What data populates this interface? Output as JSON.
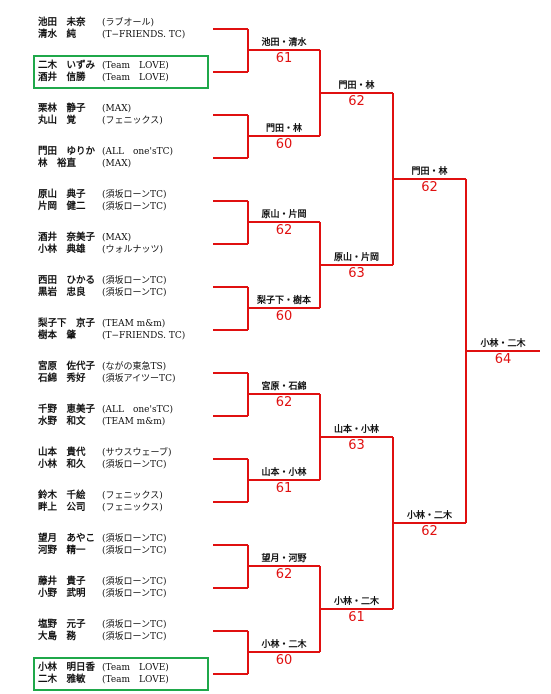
{
  "colors": {
    "line": "#e01010",
    "score": "#e01010",
    "highlight": "#1fa84a"
  },
  "pairs": [
    {
      "p1": {
        "name": "池田　未奈",
        "club": "(ラブオール)"
      },
      "p2": {
        "name": "清水　純",
        "club": "(T−FRIENDS. TC)"
      }
    },
    {
      "p1": {
        "name": "二木　いずみ",
        "club": "(Team　LOVE)"
      },
      "p2": {
        "name": "酒井　信勝",
        "club": "(Team　LOVE)"
      }
    },
    {
      "p1": {
        "name": "栗林　静子",
        "club": "(MAX)"
      },
      "p2": {
        "name": "丸山　覚",
        "club": "(フェニックス)"
      }
    },
    {
      "p1": {
        "name": "門田　ゆりか",
        "club": "(ALL　one'sTC)"
      },
      "p2": {
        "name": "林　裕直",
        "club": "(MAX)"
      }
    },
    {
      "p1": {
        "name": "原山　典子",
        "club": "(須坂ローンTC)"
      },
      "p2": {
        "name": "片岡　健二",
        "club": "(須坂ローンTC)"
      }
    },
    {
      "p1": {
        "name": "酒井　奈美子",
        "club": "(MAX)"
      },
      "p2": {
        "name": "小林　典雄",
        "club": "(ウォルナッツ)"
      }
    },
    {
      "p1": {
        "name": "西田　ひかる",
        "club": "(須坂ローンTC)"
      },
      "p2": {
        "name": "黒岩　忠良",
        "club": "(須坂ローンTC)"
      }
    },
    {
      "p1": {
        "name": "梨子下　京子",
        "club": "(TEAM m&m)"
      },
      "p2": {
        "name": "樹本　肇",
        "club": "(T−FRIENDS. TC)"
      }
    },
    {
      "p1": {
        "name": "宮原　佐代子",
        "club": "(ながの東急TS)"
      },
      "p2": {
        "name": "石綿　秀好",
        "club": "(須坂アイツーTC)"
      }
    },
    {
      "p1": {
        "name": "千野　恵美子",
        "club": "(ALL　one'sTC)"
      },
      "p2": {
        "name": "水野　和文",
        "club": "(TEAM m&m)"
      }
    },
    {
      "p1": {
        "name": "山本　貴代",
        "club": "(サウスウェーブ)"
      },
      "p2": {
        "name": "小林　和久",
        "club": "(須坂ローンTC)"
      }
    },
    {
      "p1": {
        "name": "鈴木　千絵",
        "club": "(フェニックス)"
      },
      "p2": {
        "name": "畔上　公司",
        "club": "(フェニックス)"
      }
    },
    {
      "p1": {
        "name": "望月　あやこ",
        "club": "(須坂ローンTC)"
      },
      "p2": {
        "name": "河野　精一",
        "club": "(須坂ローンTC)"
      }
    },
    {
      "p1": {
        "name": "藤井　貴子",
        "club": "(須坂ローンTC)"
      },
      "p2": {
        "name": "小野　武明",
        "club": "(須坂ローンTC)"
      }
    },
    {
      "p1": {
        "name": "塩野　元子",
        "club": "(須坂ローンTC)"
      },
      "p2": {
        "name": "大島　務",
        "club": "(須坂ローンTC)"
      }
    },
    {
      "p1": {
        "name": "小林　明日香",
        "club": "(Team　LOVE)"
      },
      "p2": {
        "name": "二木　雅敏",
        "club": "(Team　LOVE)"
      }
    }
  ],
  "round1": [
    {
      "label": "池田・清水",
      "score": "61"
    },
    {
      "label": "門田・林",
      "score": "60"
    },
    {
      "label": "原山・片岡",
      "score": "62"
    },
    {
      "label": "梨子下・樹本",
      "score": "60"
    },
    {
      "label": "宮原・石綿",
      "score": "62"
    },
    {
      "label": "山本・小林",
      "score": "61"
    },
    {
      "label": "望月・河野",
      "score": "62"
    },
    {
      "label": "小林・二木",
      "score": "60"
    }
  ],
  "round2": [
    {
      "label": "門田・林",
      "score": "62"
    },
    {
      "label": "原山・片岡",
      "score": "63"
    },
    {
      "label": "山本・小林",
      "score": "63"
    },
    {
      "label": "小林・二木",
      "score": "61"
    }
  ],
  "round3": [
    {
      "label": "門田・林",
      "score": "62"
    },
    {
      "label": "小林・二木",
      "score": "62"
    }
  ],
  "final": {
    "label": "小林・二木",
    "score": "64"
  },
  "highlighted_pairs": [
    1,
    15
  ]
}
